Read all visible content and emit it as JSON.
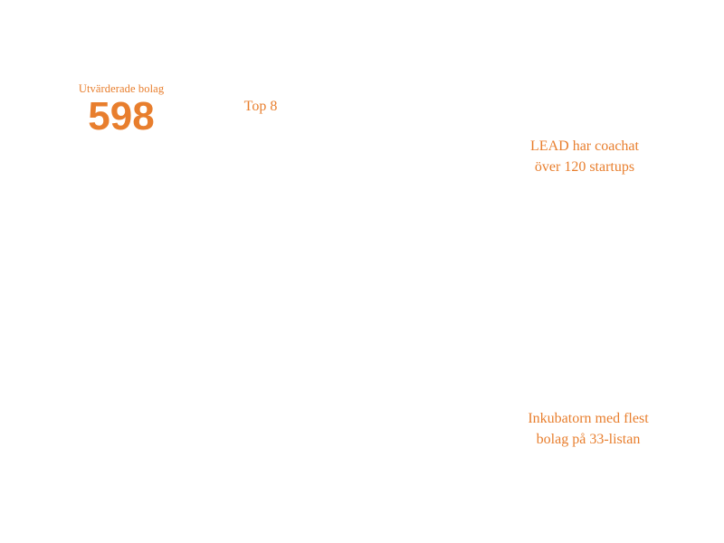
{
  "stats": {
    "evaluated_label": "Utvärderade bolag",
    "evaluated_value": "598"
  },
  "top_label": "Top 8",
  "captions": {
    "lead_line1": "LEAD har coachat",
    "lead_line2": "över 120 startups",
    "incubator_line1": "Inkubatorn med flest",
    "incubator_line2": "bolag på 33-listan"
  },
  "colors": {
    "accent": "#e87e2d",
    "background": "#ffffff"
  }
}
